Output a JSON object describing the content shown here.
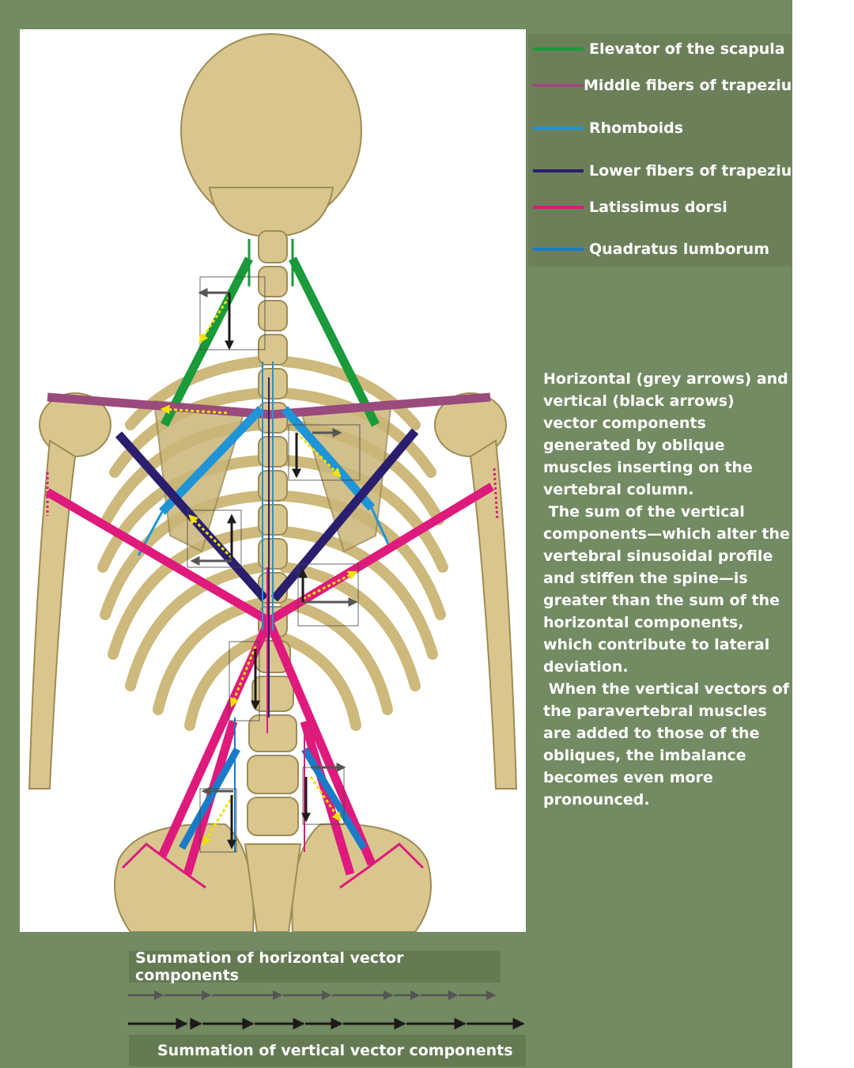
{
  "legend": [
    {
      "label": "Elevator of the scapula",
      "color": "#1a9a3a"
    },
    {
      "label": "Middle fibers of trapezius",
      "color": "#9a4a7c"
    },
    {
      "label": "Rhomboids",
      "color": "#1f94d6"
    },
    {
      "label": "Lower fibers of trapezius",
      "color": "#2a1f6e"
    },
    {
      "label": "Latissimus dorsi",
      "color": "#de1a7c"
    },
    {
      "label": "Quadratus lumborum",
      "color": "#1a7cc8"
    }
  ],
  "description": "Horizontal (grey arrows) and vertical (black arrows) vector components generated by oblique muscles inserting on the vertebral column.\n The sum of the vertical components—which alter the vertebral sinusoidal profile and stiffen the spine—is greater than the sum of the horizontal components, which contribute to lateral deviation.\n When the vertical vectors of the paravertebral muscles are added to those of the obliques, the imbalance becomes even more pronounced.",
  "summation": {
    "horizontal_label": "Summation of horizontal vector components",
    "vertical_label": "Summation of vertical vector components"
  },
  "colors": {
    "background": "#728b62",
    "bone": "#d8c68e",
    "grey_arrow": "#555555",
    "black_arrow": "#1e1a1a",
    "yellow_dash": "#f2e200"
  }
}
